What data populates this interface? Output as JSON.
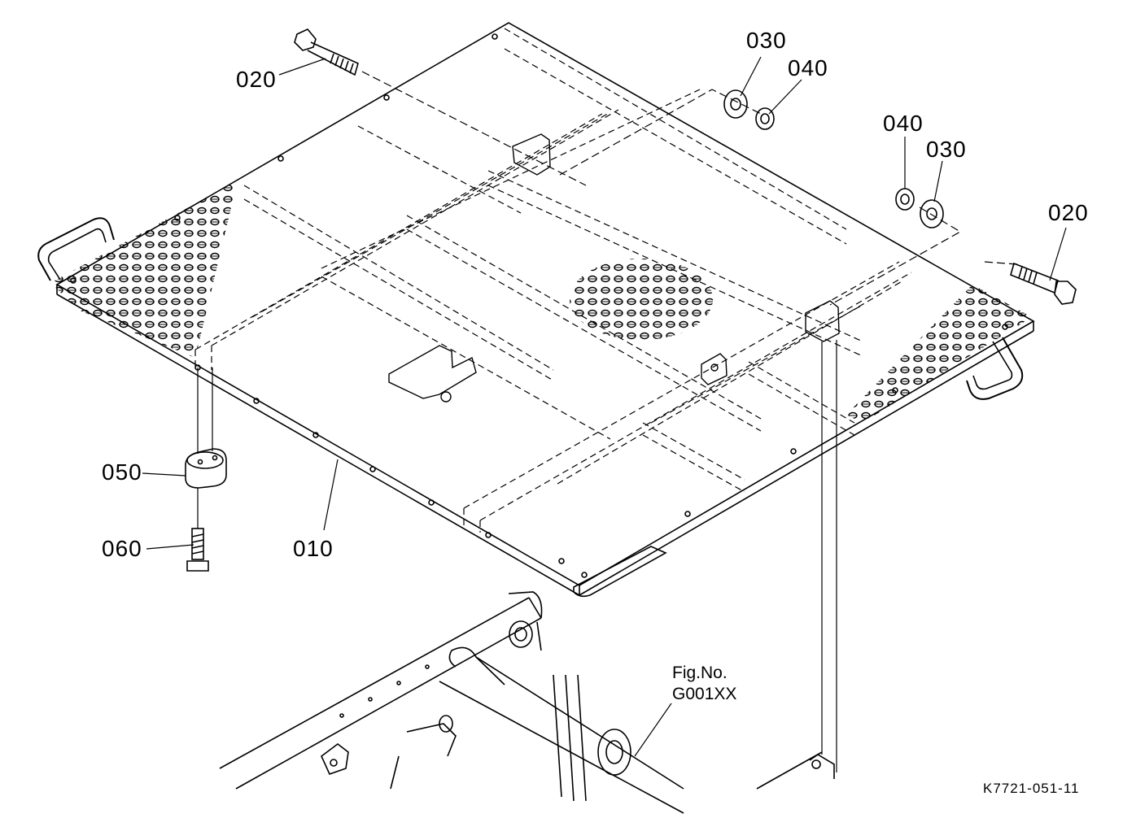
{
  "callouts": {
    "p010": "010",
    "p020a": "020",
    "p020b": "020",
    "p030a": "030",
    "p030b": "030",
    "p040a": "040",
    "p040b": "040",
    "p050": "050",
    "p060": "060"
  },
  "reference": {
    "line1": "Fig.No.",
    "line2": "G001XX"
  },
  "drawing_code": "K7721-051-11",
  "colors": {
    "line": "#000000",
    "background": "#ffffff"
  }
}
